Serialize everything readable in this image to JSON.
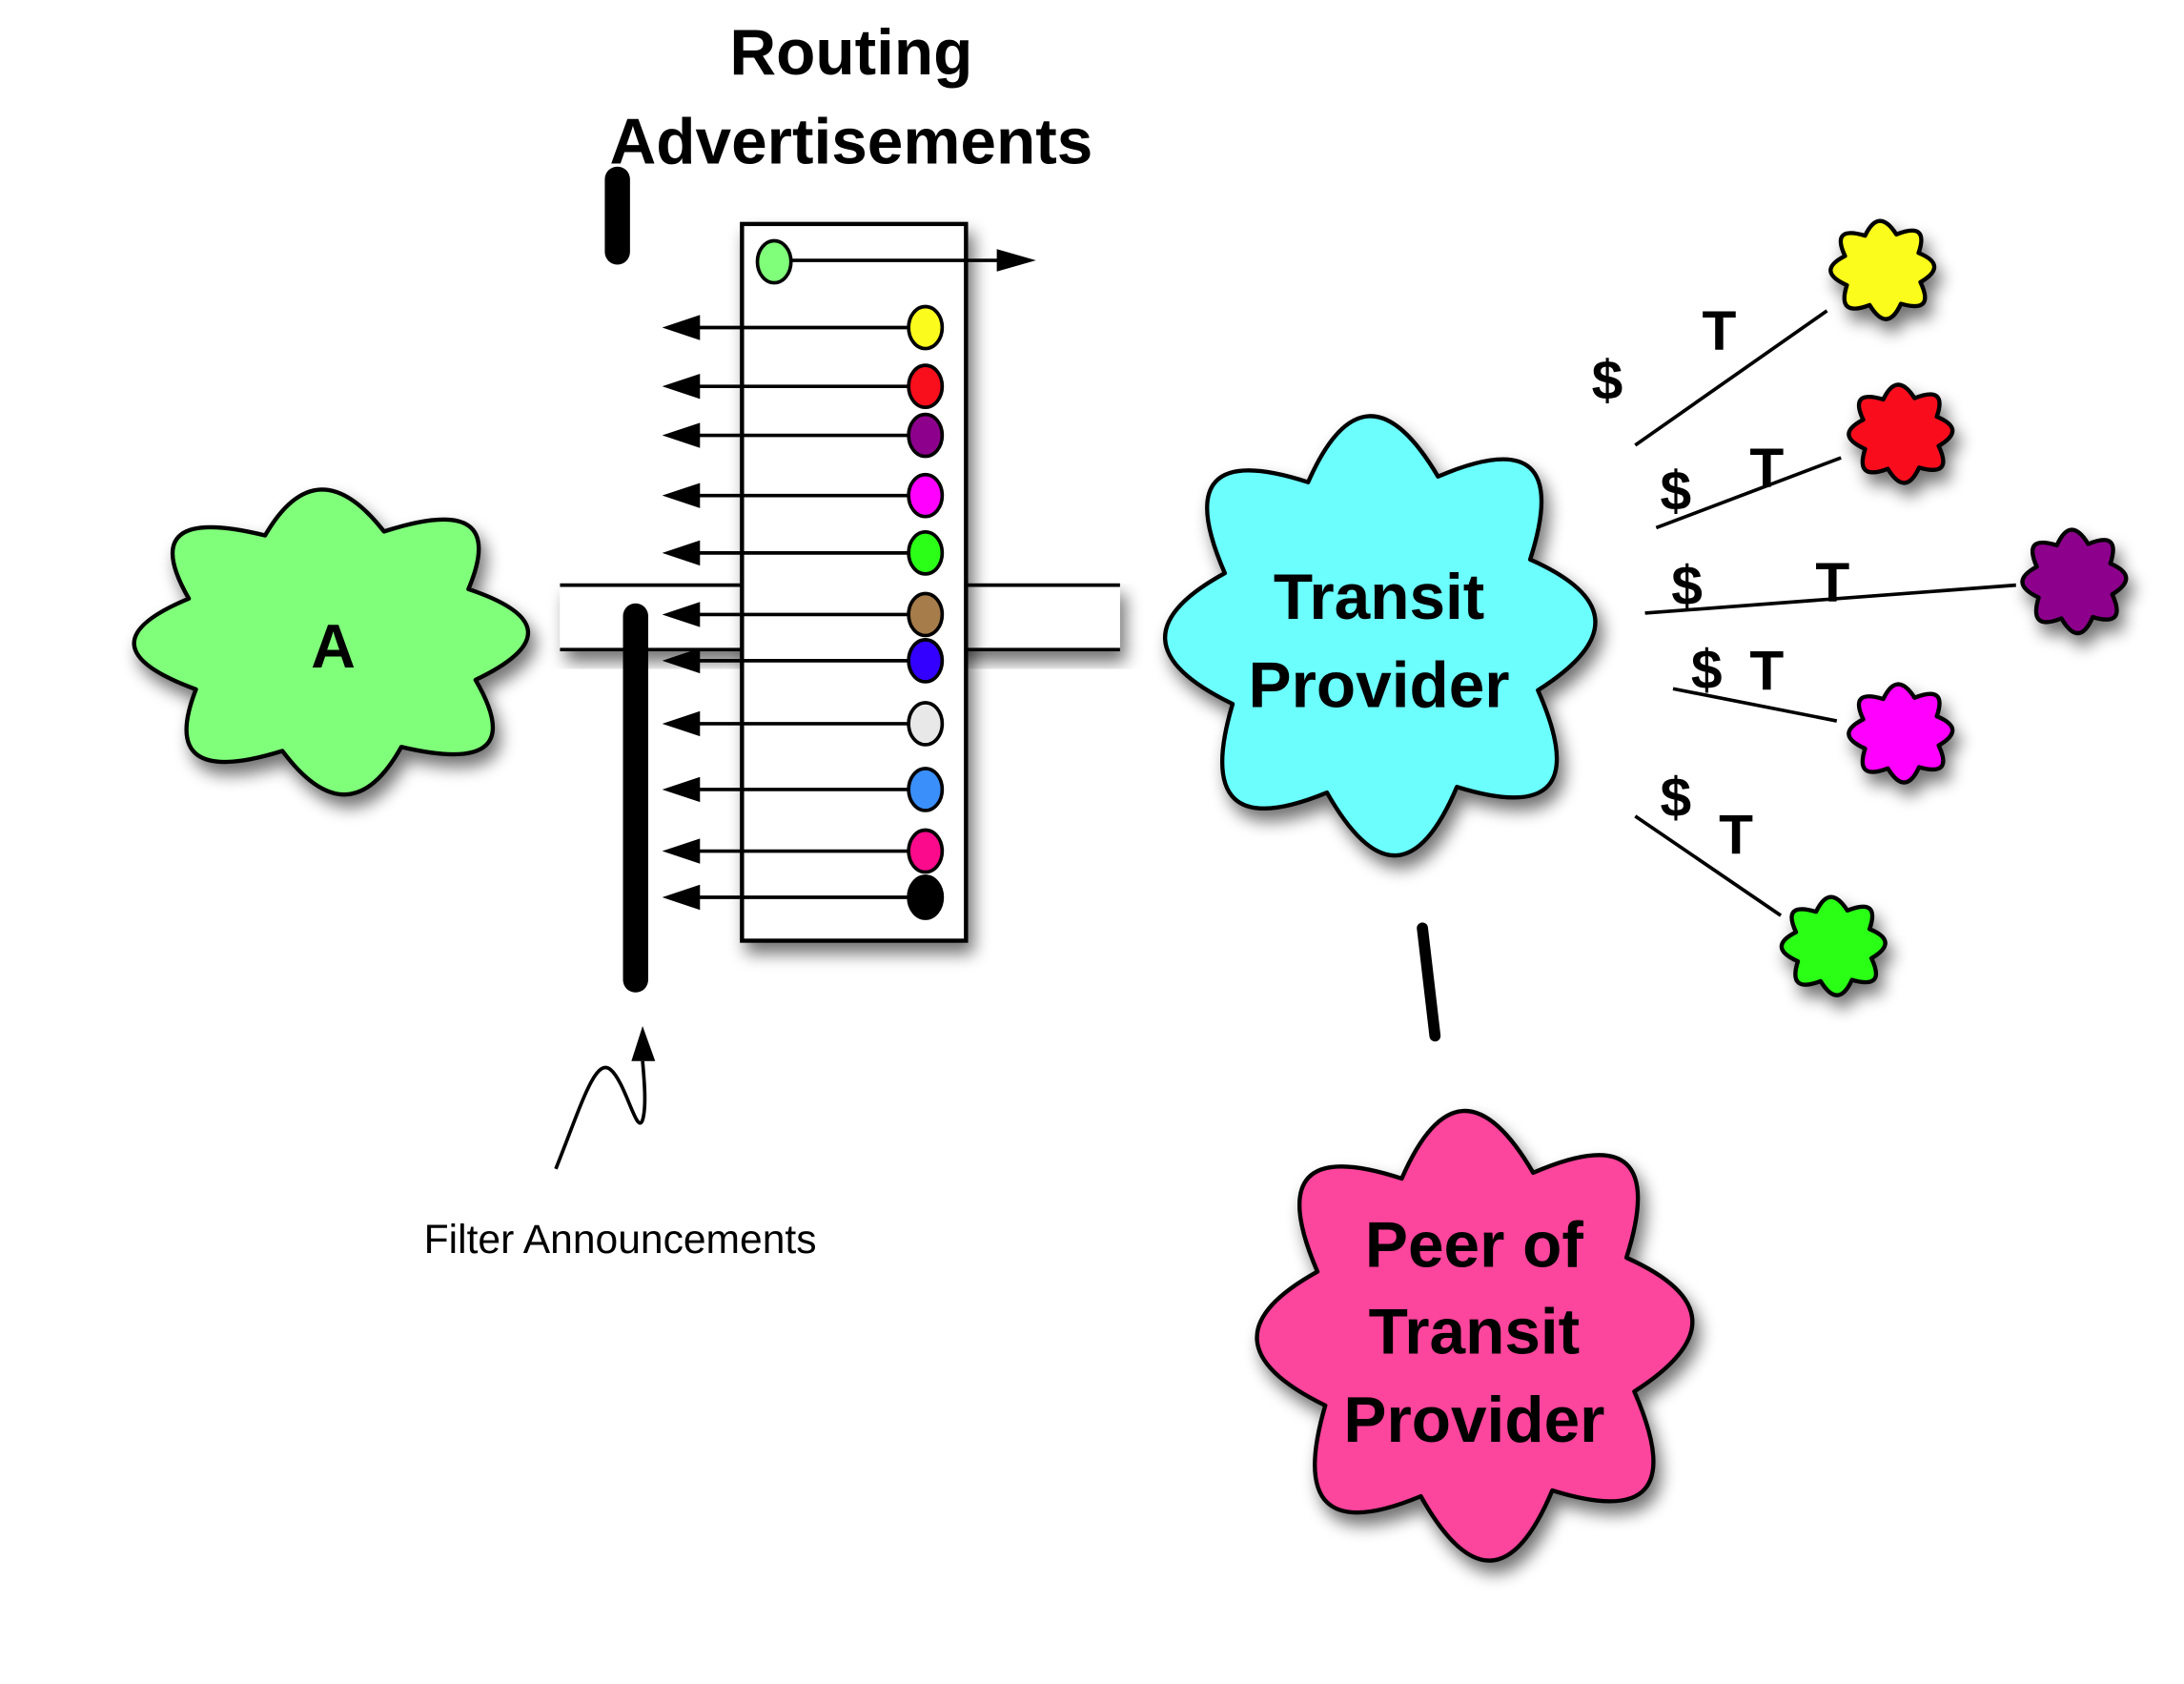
{
  "title": {
    "line1": "Routing",
    "line2": "Advertisements"
  },
  "clouds": {
    "a": {
      "label": "A",
      "color": "#80ff7a"
    },
    "transit": {
      "line1": "Transit",
      "line2": "Provider",
      "color": "#6cfdfd"
    },
    "peer": {
      "line1": "Peer of",
      "line2": "Transit",
      "line3": "Provider",
      "color": "#fc449c"
    }
  },
  "customers": [
    {
      "name": "yellow",
      "color": "#fbfb1e",
      "cost_label": "$",
      "transit_label": "T"
    },
    {
      "name": "red",
      "color": "#f90e1c",
      "cost_label": "$",
      "transit_label": "T"
    },
    {
      "name": "purple",
      "color": "#8c008c",
      "cost_label": "$",
      "transit_label": "T"
    },
    {
      "name": "magenta",
      "color": "#ff00ff",
      "cost_label": "$",
      "transit_label": "T"
    },
    {
      "name": "green",
      "color": "#2cff17",
      "cost_label": "$",
      "transit_label": "T"
    }
  ],
  "routing_box": {
    "outbound_route": {
      "color": "#80ff7a",
      "direction": "right"
    },
    "inbound_routes": [
      {
        "color": "#fbfb1e"
      },
      {
        "color": "#f90e1c"
      },
      {
        "color": "#8c008c"
      },
      {
        "color": "#ff00ff"
      },
      {
        "color": "#2cff17"
      },
      {
        "color": "#a67c4a"
      },
      {
        "color": "#3300ff"
      },
      {
        "color": "#e8e8e8"
      },
      {
        "color": "#3a8ffb"
      },
      {
        "color": "#fb0a8c"
      },
      {
        "color": "#000000"
      }
    ]
  },
  "filter": {
    "label": "Filter Announcements"
  }
}
